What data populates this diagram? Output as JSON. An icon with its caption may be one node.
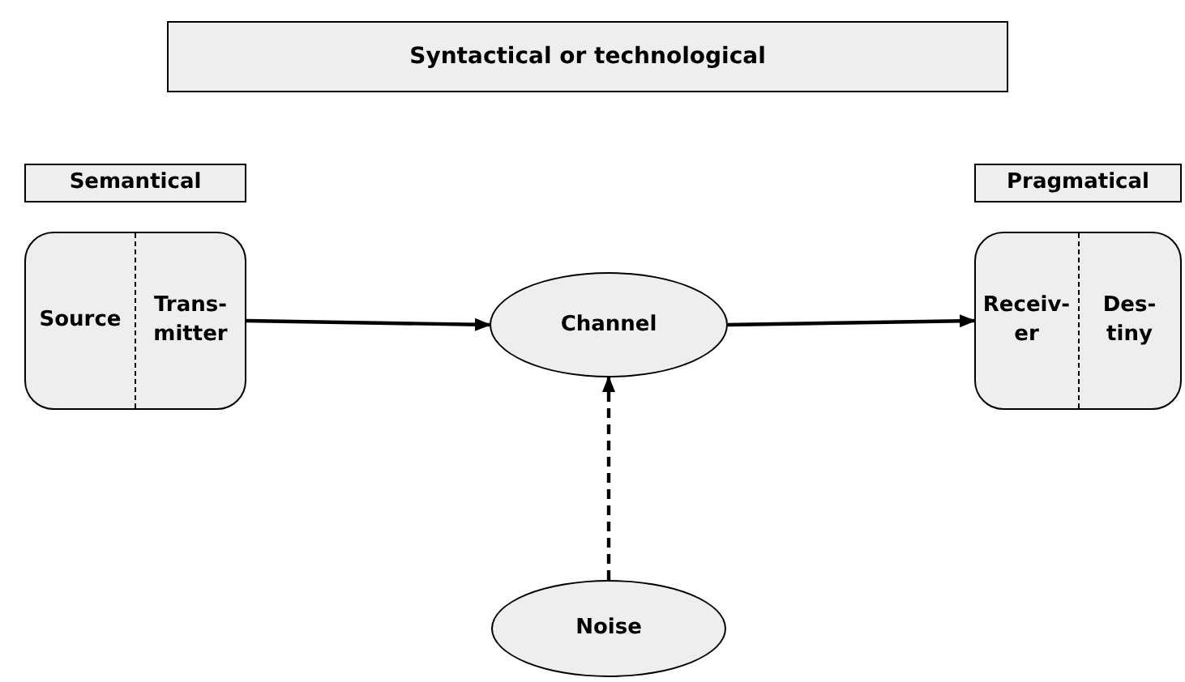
{
  "diagram": {
    "nodes": [
      {
        "text": [
          "Syntactical or technological"
        ]
      },
      {
        "text": [
          "Semantical"
        ]
      },
      {
        "text": [
          "Pragmatical"
        ]
      },
      {
        "text": [
          "Source",
          "Trans- mitter"
        ]
      },
      {
        "text": [
          "Channel"
        ]
      },
      {
        "text": [
          "Receiv- er",
          "Des- tiny"
        ]
      },
      {
        "text": [
          "Noise"
        ]
      }
    ],
    "edges": [
      {
        "from": 3,
        "to": 4,
        "arrow": "to"
      },
      {
        "from": 4,
        "to": 5,
        "arrow": "to"
      },
      {
        "from": 6,
        "to": 4,
        "arrow": "to",
        "style": "dashed"
      }
    ]
  }
}
